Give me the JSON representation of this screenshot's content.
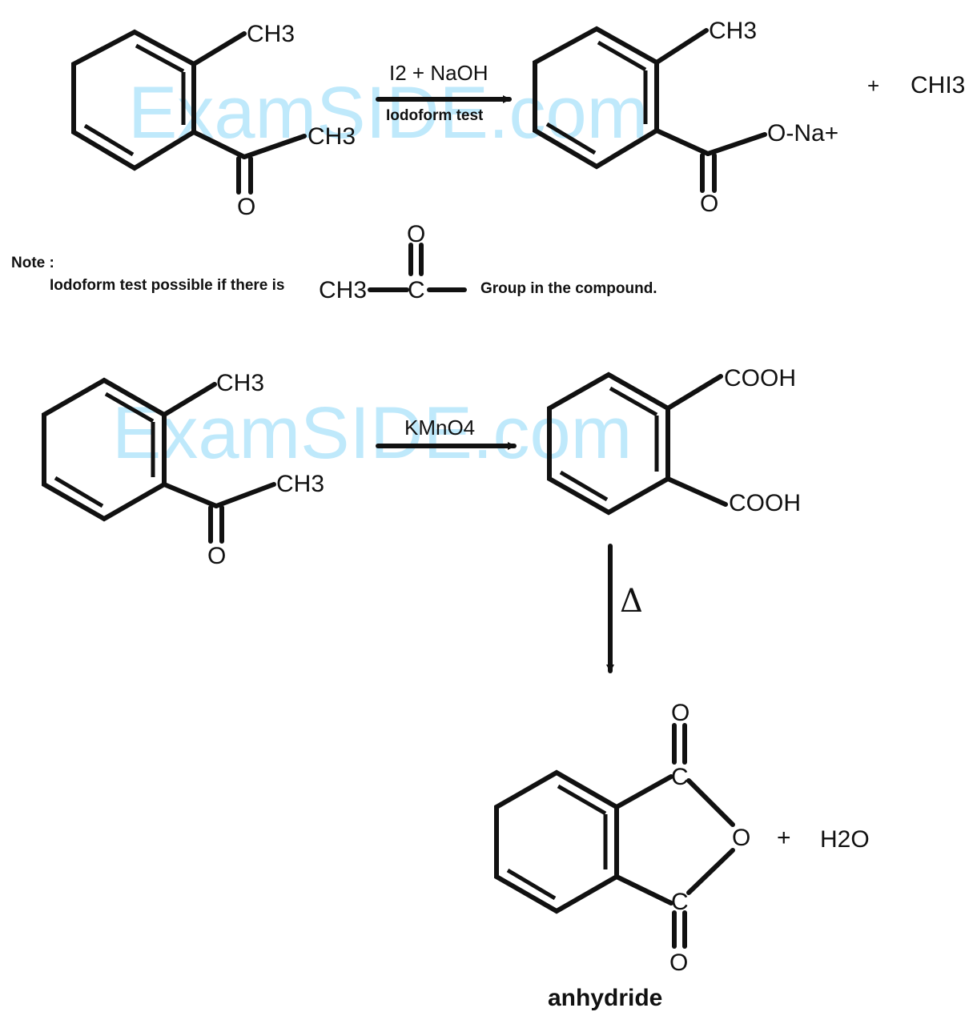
{
  "watermark": "ExamSIDE.com",
  "reaction1": {
    "reactant": {
      "methyl": "CH3",
      "acetyl_methyl": "CH3",
      "carbonyl_o": "O"
    },
    "reagent": "I2 + NaOH",
    "condition": "Iodoform test",
    "product": {
      "methyl": "CH3",
      "carboxylate": "O-Na+",
      "carbonyl_o": "O"
    },
    "plus": "+",
    "byproduct": "CHI3"
  },
  "note": {
    "title": "Note :",
    "text": "Iodoform test possible if there is",
    "group_ch3": "CH3",
    "group_c": "C",
    "group_o": "O",
    "suffix": "Group in the compound."
  },
  "reaction2": {
    "reactant": {
      "methyl": "CH3",
      "acetyl_methyl": "CH3",
      "carbonyl_o": "O"
    },
    "reagent": "KMnO4",
    "product": {
      "cooh_top": "COOH",
      "cooh_bottom": "COOH"
    },
    "heat": "Δ"
  },
  "anhydride": {
    "c_top": "C",
    "o_top": "O",
    "o_ring": "O",
    "c_bottom": "C",
    "o_bottom": "O",
    "plus": "+",
    "water": "H2O",
    "label": "anhydride"
  }
}
